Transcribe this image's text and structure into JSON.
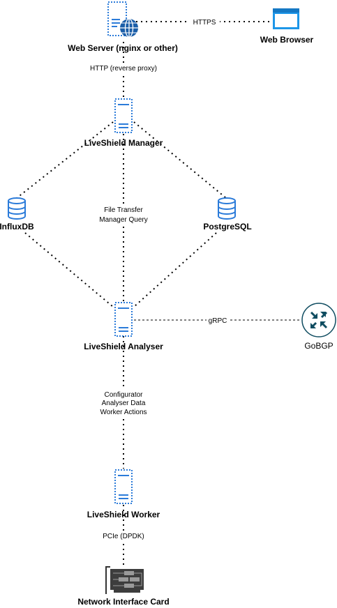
{
  "nodes": {
    "web_server": {
      "label": "Web Server (nginx or other)"
    },
    "web_browser": {
      "label": "Web Browser"
    },
    "manager": {
      "label": "LiveShield Manager"
    },
    "influxdb": {
      "label": "InfluxDB"
    },
    "postgresql": {
      "label": "PostgreSQL"
    },
    "analyser": {
      "label": "LiveShield Analyser"
    },
    "gobgp": {
      "label": "GoBGP"
    },
    "worker": {
      "label": "LiveShield Worker"
    },
    "nic": {
      "label": "Network Interface Card"
    }
  },
  "edges": {
    "https": {
      "label": "HTTPS"
    },
    "http_proxy": {
      "label": "HTTP (reverse proxy)"
    },
    "file_transfer": {
      "lines": [
        "File Transfer",
        "Manager Query"
      ]
    },
    "grpc": {
      "label": "gRPC"
    },
    "configurator": {
      "lines": [
        "Configurator",
        "Analyser Data",
        "Worker Actions"
      ]
    },
    "pcie": {
      "label": "PCIe (DPDK)"
    }
  },
  "colors": {
    "server_blue": "#2b7bd9",
    "gobgp_teal": "#0f4c60",
    "browser_blue": "#1d96e8",
    "line": "#000000"
  },
  "icons": {
    "web_server": "web-server-globe-icon",
    "web_browser": "browser-window-icon",
    "manager": "server-icon",
    "influxdb": "database-icon",
    "postgresql": "database-icon",
    "analyser": "server-icon",
    "gobgp": "router-icon",
    "worker": "server-icon",
    "nic": "network-card-icon"
  }
}
